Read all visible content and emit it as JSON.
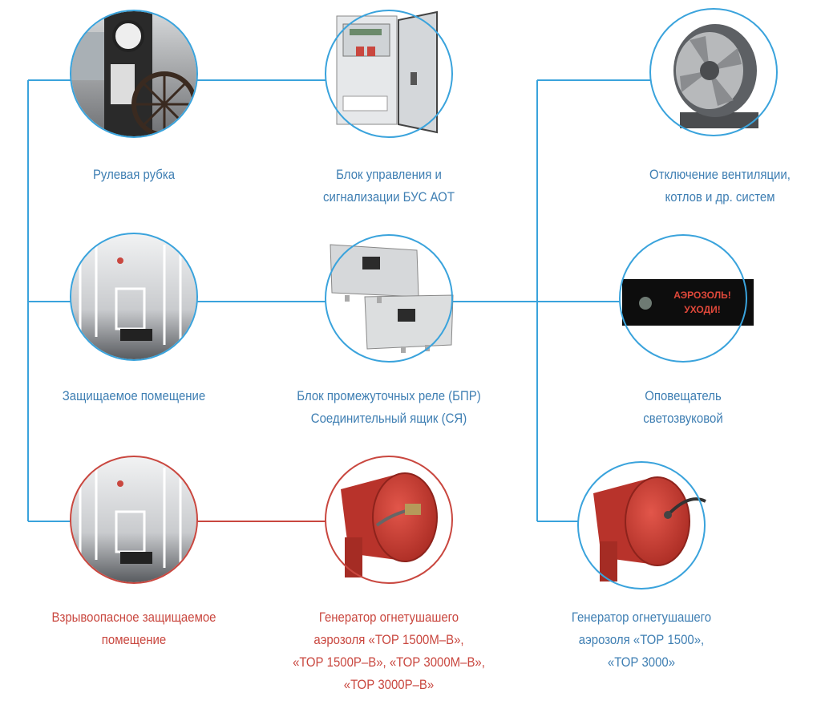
{
  "colors": {
    "blue_line": "#3aa3dc",
    "red_line": "#c9473f",
    "blue_text": "#3f7fb3",
    "red_text": "#c9473f"
  },
  "nodes": {
    "wheelhouse": {
      "lines": [
        "Рулевая рубка"
      ]
    },
    "control_unit": {
      "lines": [
        "Блок управления и",
        "сигнализации БУС АОТ"
      ]
    },
    "ventilation": {
      "lines": [
        "Отключение вентиляции,",
        "котлов и др. систем"
      ]
    },
    "protected_room": {
      "lines": [
        "Защищаемое помещение"
      ]
    },
    "relay_block": {
      "lines": [
        "Блок промежуточных реле (БПР)",
        "Соединительный ящик (СЯ)"
      ]
    },
    "annunciator": {
      "lines": [
        "Оповещатель",
        "светозвуковой"
      ],
      "display_text": [
        "АЭРОЗОЛЬ!",
        "УХОДИ!"
      ]
    },
    "explosive_room": {
      "lines": [
        "Взрывоопасное защищаемое",
        "помещение"
      ]
    },
    "generator_ex": {
      "lines": [
        "Генератор огнетушашего",
        "аэрозоля «ТОР 1500М–В»,",
        "«ТОР 1500Р–В», «ТОР 3000М–В»,",
        "«ТОР 3000Р–В»"
      ]
    },
    "generator": {
      "lines": [
        "Генератор огнетушашего",
        "аэрозоля «ТОР 1500»,",
        "«ТОР 3000»"
      ]
    }
  }
}
